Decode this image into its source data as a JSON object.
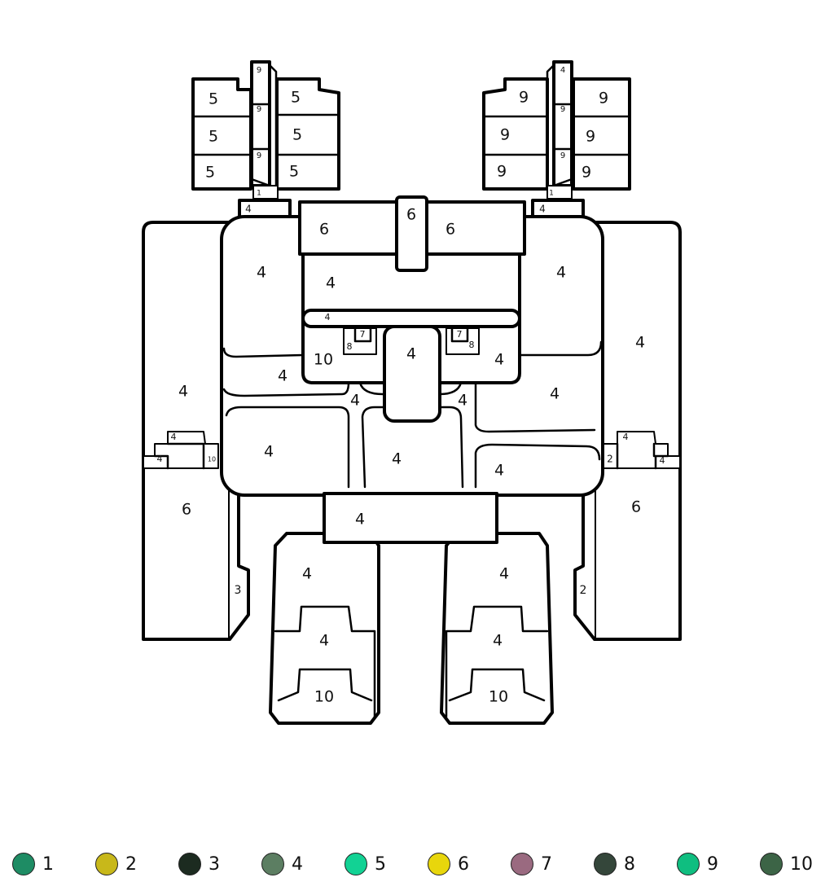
{
  "palette": [
    {
      "number": "1",
      "color": "#1e8c64"
    },
    {
      "number": "2",
      "color": "#c8b81a"
    },
    {
      "number": "3",
      "color": "#1c2b20"
    },
    {
      "number": "4",
      "color": "#5c7e62"
    },
    {
      "number": "5",
      "color": "#12d294"
    },
    {
      "number": "6",
      "color": "#e8d60c"
    },
    {
      "number": "7",
      "color": "#9a6a80"
    },
    {
      "number": "8",
      "color": "#34463a"
    },
    {
      "number": "9",
      "color": "#0fbe80"
    },
    {
      "number": "10",
      "color": "#3c6446"
    }
  ],
  "regions": {
    "lb": [
      "5",
      "5",
      "5",
      "5",
      "5",
      "5"
    ],
    "lrod": [
      "9",
      "9",
      "9",
      "1"
    ],
    "rb": [
      "9",
      "9",
      "9",
      "9",
      "9",
      "9"
    ],
    "rrod": [
      "4",
      "9",
      "9",
      "1"
    ],
    "nub_l": "4",
    "nub_r": "4",
    "hat_l": "6",
    "hat_c": "6",
    "hat_r": "6",
    "face": "4",
    "visor": "4",
    "brow_l": "7",
    "brow_r": "7",
    "eye_l": "8",
    "eye_r": "8",
    "mouth": "10",
    "nose": "4",
    "cheek_r": "4",
    "shoulder_l": "4",
    "shoulder_r": "4",
    "arm_l_upper": "4",
    "arm_r_upper": "4",
    "chest_l": "4",
    "chest_r": "4",
    "chest_cl": "4",
    "chest_cr": "4",
    "belly_l": "4",
    "belly_c": "4",
    "belly_r": "4",
    "cuff_l": [
      "4",
      "4",
      "10"
    ],
    "cuff_r": [
      "4",
      "2",
      "4"
    ],
    "hand_l": "6",
    "hand_r": "6",
    "side_l": "3",
    "side_r": "2",
    "belt": "4",
    "leg_l": "4",
    "leg_r": "4",
    "foot_l": "4",
    "foot_r": "4",
    "toe_l": "10",
    "toe_r": "10"
  }
}
